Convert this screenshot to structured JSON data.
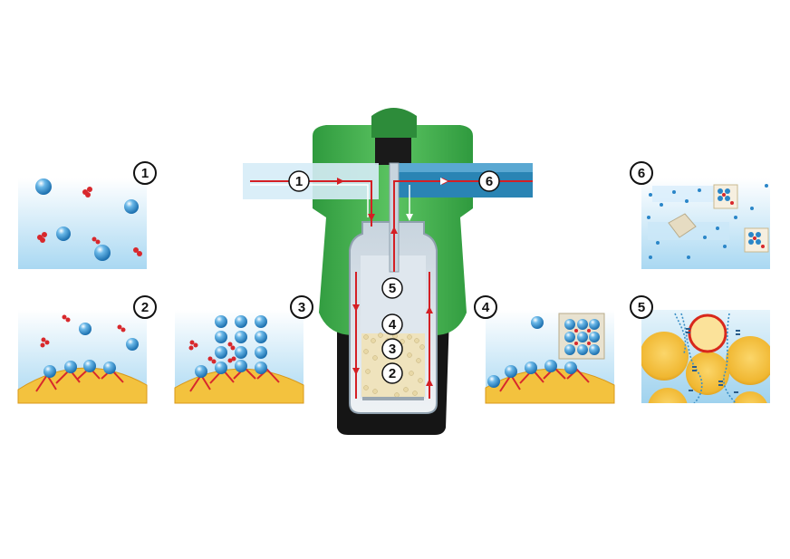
{
  "colors": {
    "water_top": "#ffffff",
    "water_bottom": "#a9d8f2",
    "bead": "#f0c040",
    "bead_edge": "#d8981a",
    "ion_blue": "#2a86c8",
    "ion_red": "#d8282c",
    "device_green": "#3eae4e",
    "device_dark": "#111111",
    "flow_red": "#d41f24",
    "pipe_dark": "#2a84b4"
  },
  "panels": [
    {
      "id": "p1",
      "label": "1"
    },
    {
      "id": "p2",
      "label": "2"
    },
    {
      "id": "p3",
      "label": "3"
    },
    {
      "id": "p4",
      "label": "4"
    },
    {
      "id": "p5",
      "label": "5"
    },
    {
      "id": "p6",
      "label": "6"
    }
  ],
  "device": {
    "inlet_label": "1",
    "outlet_label": "6",
    "tube_label": "5",
    "stage_labels": [
      "4",
      "3",
      "2"
    ]
  }
}
